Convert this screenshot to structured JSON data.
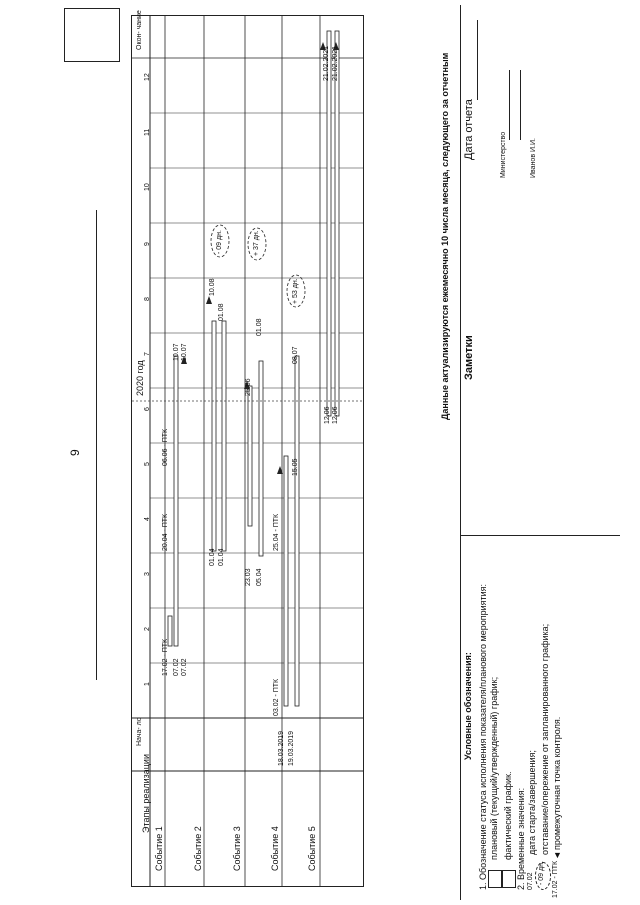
{
  "page_number": "9",
  "table": {
    "headers": {
      "stages": "Этапы реализации",
      "start": "Нача-\nло",
      "year": "2020 год",
      "months": [
        "1",
        "2",
        "3",
        "4",
        "5",
        "6",
        "7",
        "8",
        "9",
        "10",
        "11",
        "12"
      ],
      "end": "Окон-\nчание"
    },
    "rows": [
      {
        "name": "Событие 1",
        "start": "",
        "end": ""
      },
      {
        "name": "Событие 2",
        "start": "",
        "end": ""
      },
      {
        "name": "Событие 3",
        "start": "",
        "end": ""
      },
      {
        "name": "Событие 4",
        "start": "18.03.2019",
        "end": ""
      },
      {
        "name": "Событие 5",
        "start": "19.03.2019",
        "end": "21.02.2021"
      }
    ],
    "annotations": {
      "r1_a": "17.02 - ПТК",
      "r1_b": "07.02",
      "r1_c": "07.02",
      "r1_d": "20.04 - ПТК",
      "r1_e": "06.06 - ПТК",
      "r1_f": "10.07",
      "r1_g": "10.07",
      "r2_a": "01.04",
      "r2_b": "01.04",
      "r2_c": "01.08",
      "r2_d": "10.08",
      "r3_a": "23.03",
      "r3_b": "05.04",
      "r3_c": "25.06",
      "r3_d": "01.08",
      "r4_a": "03.02 - ПТК",
      "r4_b": "25.04 - ПТК",
      "r4_c": "15.05",
      "r4_d": "08.07",
      "r5_a": "12.06",
      "r5_b": "12.06",
      "r5_c": "21.02.2021",
      "dev1": "- 09 дн.",
      "dev2": "+ 37 дн.",
      "dev3": "+ 53 дн."
    }
  },
  "legend": {
    "title": "Условные обозначения:",
    "item1": "1. Обозначение статуса исполнения показателя/планового мероприятия:",
    "plan": "плановый (текущий/утвержденный) график;",
    "fact": "фактический график.",
    "item2": "2. Временные значения:",
    "dates": "дата старта/завершения;",
    "deviation": "отставание/опережение от запланированного графика;",
    "deviation_mark": "- 09 дн.",
    "date_mark": "07.02",
    "ptk_mark": "17.02 - ПТК",
    "ptk": "промежуточная точка контроля."
  },
  "notes": {
    "title": "Заметки",
    "report_date": "Дата отчета",
    "ministry": "Министерство",
    "person": "Иванов И.И.",
    "footer": "Данные актуализируются ежемесячно 10 числа месяца, следующего за отчетным"
  }
}
